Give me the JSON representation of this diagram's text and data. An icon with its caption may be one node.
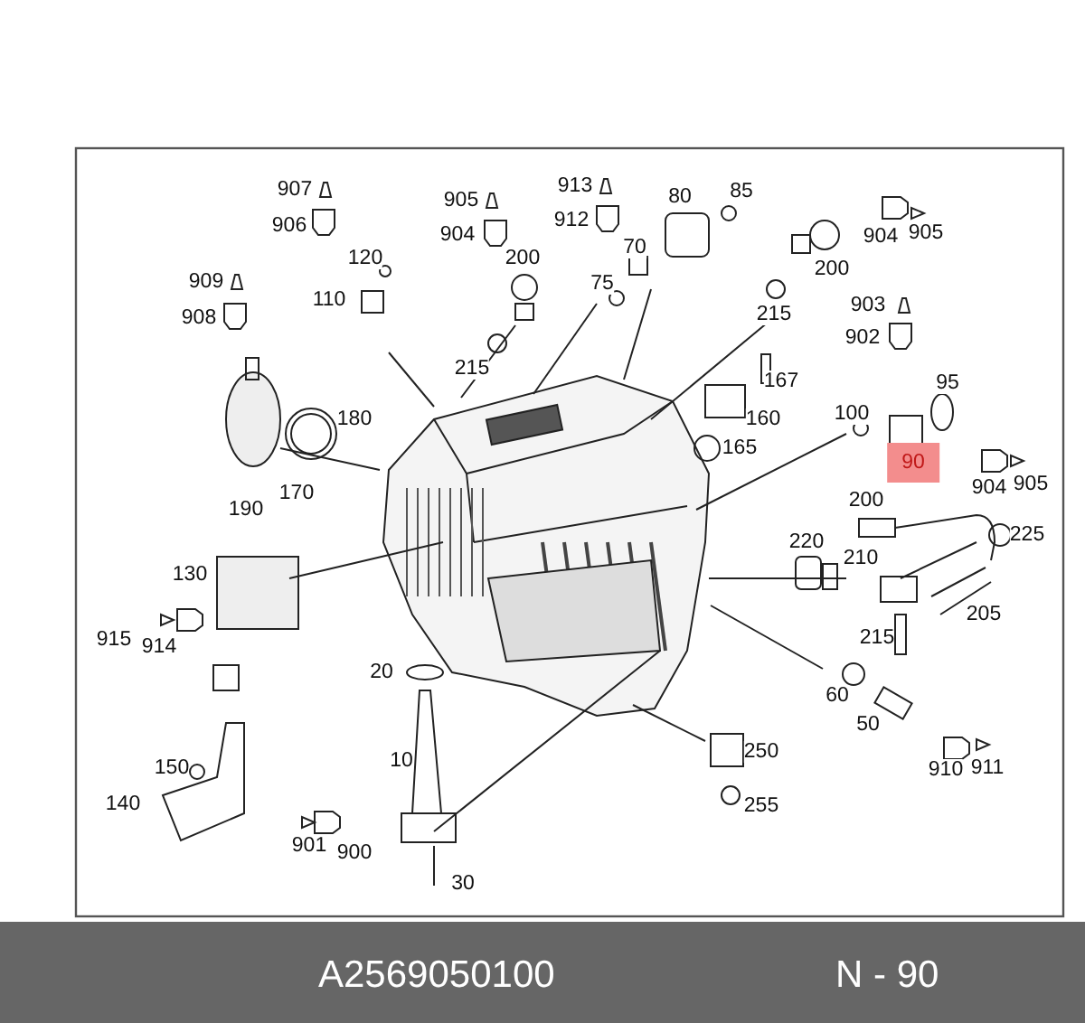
{
  "diagram": {
    "labels": [
      "907",
      "913",
      "85",
      "80",
      "905",
      "906",
      "912",
      "904",
      "905",
      "904",
      "120",
      "200",
      "70",
      "909",
      "75",
      "200",
      "110",
      "903",
      "908",
      "902",
      "167",
      "215",
      "215",
      "100",
      "95",
      "160",
      "180",
      "165",
      "90",
      "905",
      "904",
      "200",
      "170",
      "190",
      "225",
      "220",
      "210",
      "130",
      "205",
      "215",
      "915",
      "914",
      "20",
      "60",
      "50",
      "250",
      "911",
      "910",
      "10",
      "150",
      "140",
      "255",
      "901",
      "900",
      "30",
      "A2569050100",
      "N - 90"
    ]
  }
}
